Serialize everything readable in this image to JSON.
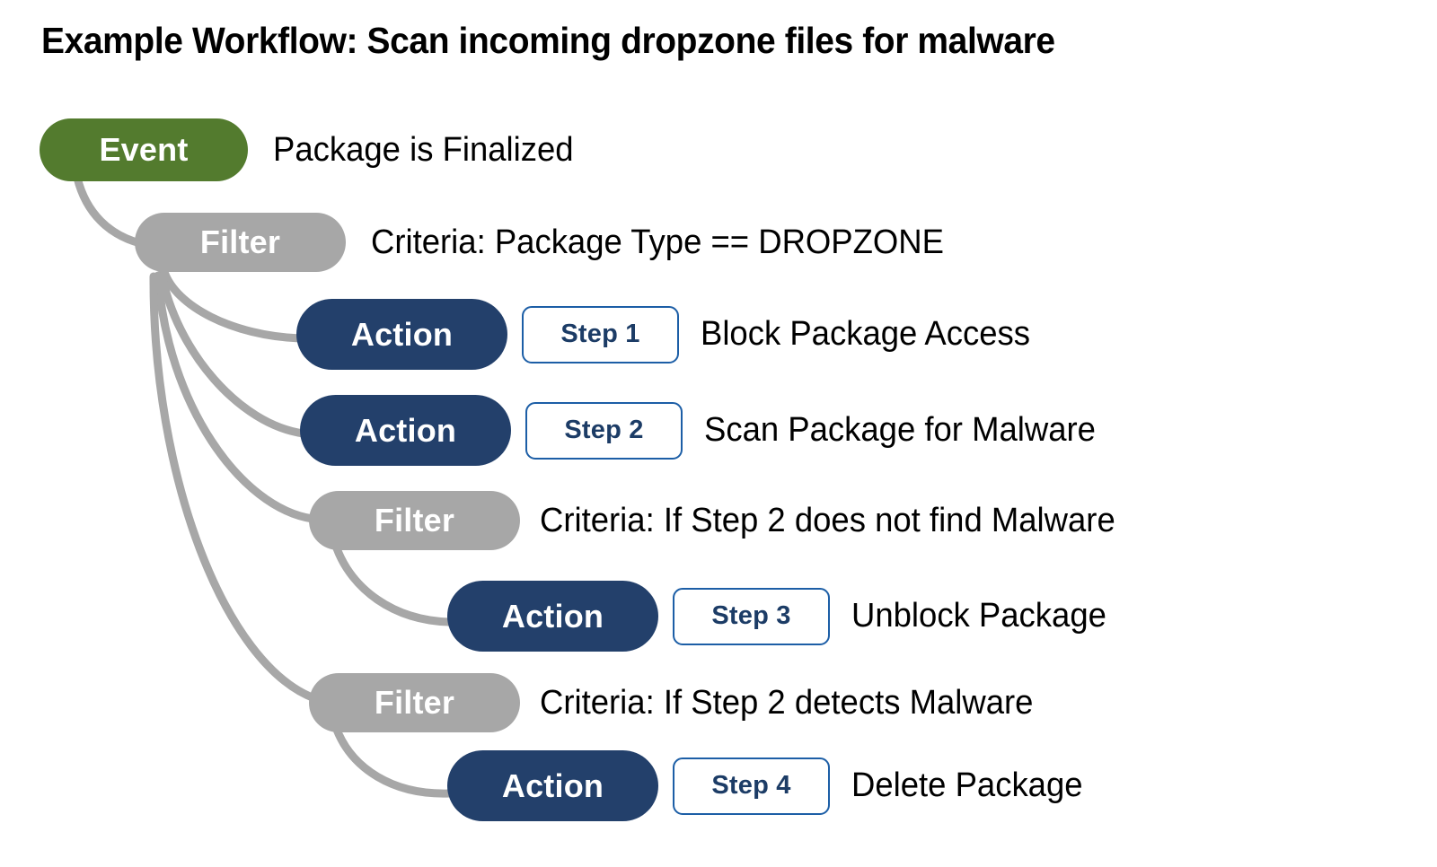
{
  "title": "Example Workflow: Scan incoming dropzone files for malware",
  "colors": {
    "event": "#537B2E",
    "filter": "#A7A7A7",
    "action": "#23406B",
    "step_border": "#1C5EA6",
    "step_text": "#1C3C66",
    "connector": "#A7A7A7",
    "text": "#000000",
    "background": "#FFFFFF"
  },
  "rows": [
    {
      "id": "event",
      "node_type": "Event",
      "badge": null,
      "description": "Package is Finalized"
    },
    {
      "id": "filter-dropzone",
      "node_type": "Filter",
      "badge": null,
      "description": "Criteria: Package Type == DROPZONE"
    },
    {
      "id": "action-step-1",
      "node_type": "Action",
      "badge": "Step 1",
      "description": "Block Package Access"
    },
    {
      "id": "action-step-2",
      "node_type": "Action",
      "badge": "Step 2",
      "description": "Scan Package for Malware"
    },
    {
      "id": "filter-no-malware",
      "node_type": "Filter",
      "badge": null,
      "description": "Criteria: If Step 2 does not find Malware"
    },
    {
      "id": "action-step-3",
      "node_type": "Action",
      "badge": "Step 3",
      "description": "Unblock Package"
    },
    {
      "id": "filter-detects-malware",
      "node_type": "Filter",
      "badge": null,
      "description": "Criteria: If Step 2 detects Malware"
    },
    {
      "id": "action-step-4",
      "node_type": "Action",
      "badge": "Step 4",
      "description": "Delete Package"
    }
  ],
  "chart_data": {
    "type": "diagram",
    "title": "Example Workflow: Scan incoming dropzone files for malware",
    "node_kinds": [
      "Event",
      "Filter",
      "Action"
    ],
    "nodes": [
      {
        "key": "event",
        "kind": "Event",
        "label": "Event",
        "step": null,
        "text": "Package is Finalized",
        "depth": 0
      },
      {
        "key": "filter-dropzone",
        "kind": "Filter",
        "label": "Filter",
        "step": null,
        "text": "Criteria: Package Type == DROPZONE",
        "depth": 1
      },
      {
        "key": "action-step-1",
        "kind": "Action",
        "label": "Action",
        "step": "Step 1",
        "text": "Block Package Access",
        "depth": 2
      },
      {
        "key": "action-step-2",
        "kind": "Action",
        "label": "Action",
        "step": "Step 2",
        "text": "Scan Package for Malware",
        "depth": 2
      },
      {
        "key": "filter-no-malware",
        "kind": "Filter",
        "label": "Filter",
        "step": null,
        "text": "Criteria: If Step 2 does not find Malware",
        "depth": 2
      },
      {
        "key": "action-step-3",
        "kind": "Action",
        "label": "Action",
        "step": "Step 3",
        "text": "Unblock Package",
        "depth": 3
      },
      {
        "key": "filter-detects-malware",
        "kind": "Filter",
        "label": "Filter",
        "step": null,
        "text": "Criteria: If Step 2 detects Malware",
        "depth": 2
      },
      {
        "key": "action-step-4",
        "kind": "Action",
        "label": "Action",
        "step": "Step 4",
        "text": "Delete Package",
        "depth": 3
      }
    ],
    "edges": [
      {
        "from": "event",
        "to": "filter-dropzone"
      },
      {
        "from": "filter-dropzone",
        "to": "action-step-1"
      },
      {
        "from": "filter-dropzone",
        "to": "action-step-2"
      },
      {
        "from": "filter-dropzone",
        "to": "filter-no-malware"
      },
      {
        "from": "filter-dropzone",
        "to": "filter-detects-malware"
      },
      {
        "from": "filter-no-malware",
        "to": "action-step-3"
      },
      {
        "from": "filter-detects-malware",
        "to": "action-step-4"
      }
    ]
  }
}
